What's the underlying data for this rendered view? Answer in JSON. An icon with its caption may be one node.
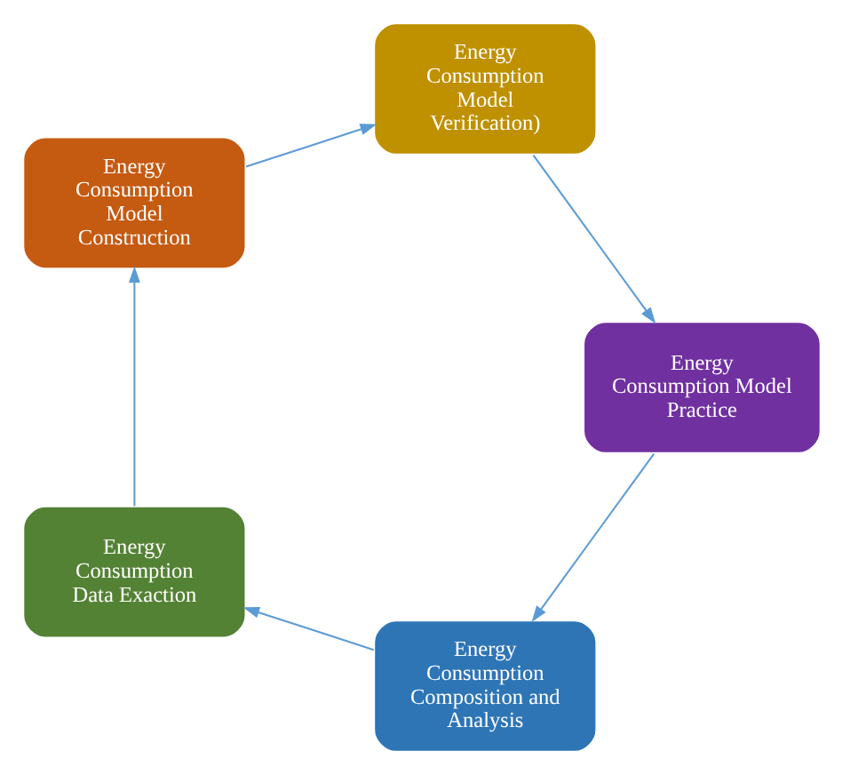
{
  "diagram": {
    "nodes": [
      {
        "text": [
          "Energy Consumption Composition and Analysis"
        ]
      },
      {
        "text": [
          "Energy Consumption Data Exaction"
        ]
      },
      {
        "text": [
          "Energy Consumption Model Construction"
        ]
      },
      {
        "text": [
          "Energy Consumption Model Verification)"
        ]
      },
      {
        "text": [
          "Energy Consumption Model Practice"
        ]
      }
    ],
    "edges": [
      {
        "from": 0,
        "to": 1,
        "arrow": "to"
      },
      {
        "from": 1,
        "to": 2,
        "arrow": "to"
      },
      {
        "from": 2,
        "to": 3,
        "arrow": "to"
      },
      {
        "from": 3,
        "to": 4,
        "arrow": "to"
      },
      {
        "from": 4,
        "to": 0,
        "arrow": "to"
      }
    ]
  }
}
